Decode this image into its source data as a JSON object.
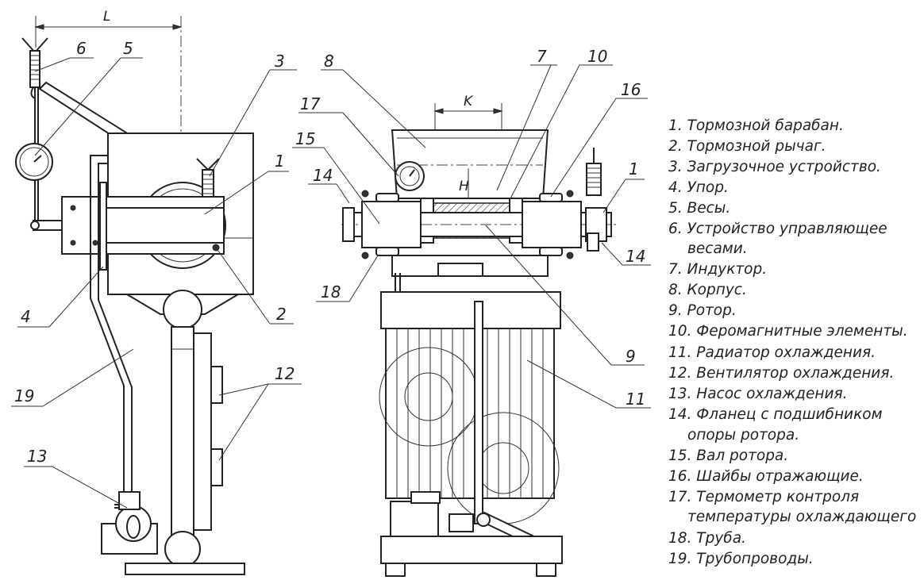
{
  "dimensions": {
    "l": "L",
    "k": "K",
    "h": "H"
  },
  "callouts": {
    "c1_left": "1",
    "c2": "2",
    "c3": "3",
    "c4": "4",
    "c5": "5",
    "c6": "6",
    "c12": "12",
    "c13": "13",
    "c19": "19",
    "c7": "7",
    "c8": "8",
    "c9": "9",
    "c10": "10",
    "c11": "11",
    "c14_left": "14",
    "c14_right": "14",
    "c15": "15",
    "c16": "16",
    "c17": "17",
    "c18": "18",
    "c1_right": "1"
  },
  "legend": [
    "1. Тормозной барабан.",
    "2. Тормозной рычаг.",
    "3. Загрузочное устройство.",
    "4. Упор.",
    "5. Весы.",
    "6. Устройство управляющее",
    "весами.",
    "7. Индуктор.",
    "8. Корпус.",
    "9. Ротор.",
    "10. Феромагнитные элементы.",
    "11. Радиатор охлаждения.",
    "12. Вентилятор охлаждения.",
    "13. Насос охлаждения.",
    "14. Фланец с подшибником",
    "опоры ротора.",
    "15. Вал ротора.",
    "16. Шайбы отражающие.",
    "17. Термометр контроля",
    "температуры охлаждающего",
    "18. Труба.",
    "19. Трубопроводы."
  ]
}
